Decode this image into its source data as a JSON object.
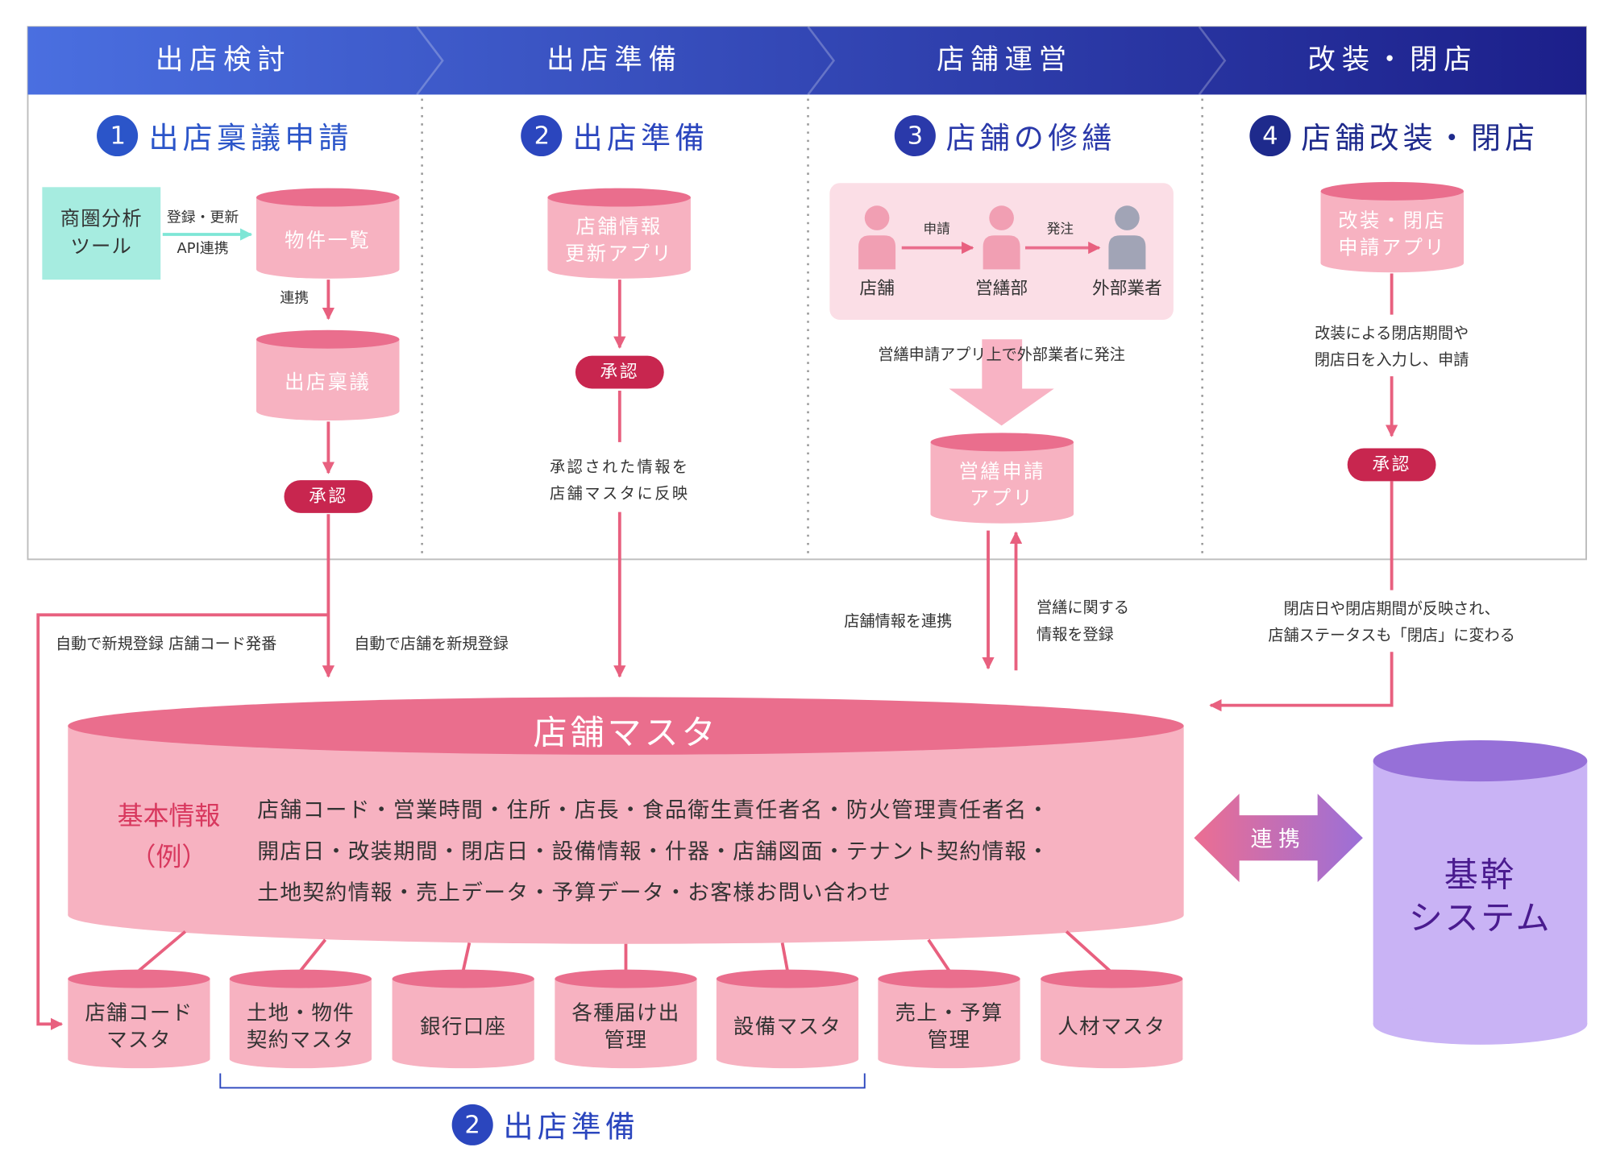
{
  "phases": [
    "出店検討",
    "出店準備",
    "店舗運営",
    "改装・閉店"
  ],
  "stages": [
    {
      "num": "1",
      "title": "出店稟議申請",
      "color": "#2b55c9"
    },
    {
      "num": "2",
      "title": "出店準備",
      "color": "#2b46be"
    },
    {
      "num": "3",
      "title": "店舗の修繕",
      "color": "#2a39aa"
    },
    {
      "num": "4",
      "title": "店舗改装・閉店",
      "color": "#1e2a8c"
    }
  ],
  "stage1": {
    "tool": "商圏分析\nツール",
    "arrow_top": "登録・更新",
    "arrow_bottom": "API連携",
    "property_list": "物件一覧",
    "link": "連携",
    "ringi": "出店稟議",
    "approval": "承認",
    "auto_register_code": "自動で新規登録 店舗コード発番",
    "auto_register_store": "自動で店舗を新規登録"
  },
  "stage2": {
    "app": "店舗情報\n更新アプリ",
    "approval": "承認",
    "note": "承認された情報を\n店舗マスタに反映"
  },
  "stage3": {
    "actors": [
      "店舗",
      "営繕部",
      "外部業者"
    ],
    "req": "申請",
    "order": "発注",
    "note": "営繕申請アプリ上で外部業者に発注",
    "app": "営繕申請\nアプリ",
    "link_down": "店舗情報を連携",
    "link_up": "営繕に関する\n情報を登録"
  },
  "stage4": {
    "app": "改装・閉店\n申請アプリ",
    "note": "改装による閉店期間や\n閉店日を入力し、申請",
    "approval": "承認",
    "result": "閉店日や閉店期間が反映され、\n店舗ステータスも「閉店」に変わる"
  },
  "master": {
    "title": "店舗マスタ",
    "basic_label": "基本情報\n（例）",
    "basic_lines": [
      "店舗コード・営業時間・住所・店長・食品衛生責任者名・防火管理責任者名・",
      "開店日・改装期間・閉店日・設備情報・什器・店舗図面・テナント契約情報・",
      "土地契約情報・売上データ・予算データ・お客様お問い合わせ"
    ]
  },
  "sub_masters": [
    "店舗コード\nマスタ",
    "土地・物件\n契約マスタ",
    "銀行口座",
    "各種届け出\n管理",
    "設備マスタ",
    "売上・予算\n管理",
    "人材マスタ"
  ],
  "bottom_stage": {
    "num": "2",
    "title": "出店準備"
  },
  "core": {
    "link": "連携",
    "title": "基幹\nシステム"
  },
  "colors": {
    "pink": "#f7b2c1",
    "pink_top": "#ea6e8d",
    "line": "#e8607f",
    "approval": "#c8264f",
    "core": "#c9b3f5",
    "core_top": "#9670d8",
    "tool": "#a6ece0"
  }
}
